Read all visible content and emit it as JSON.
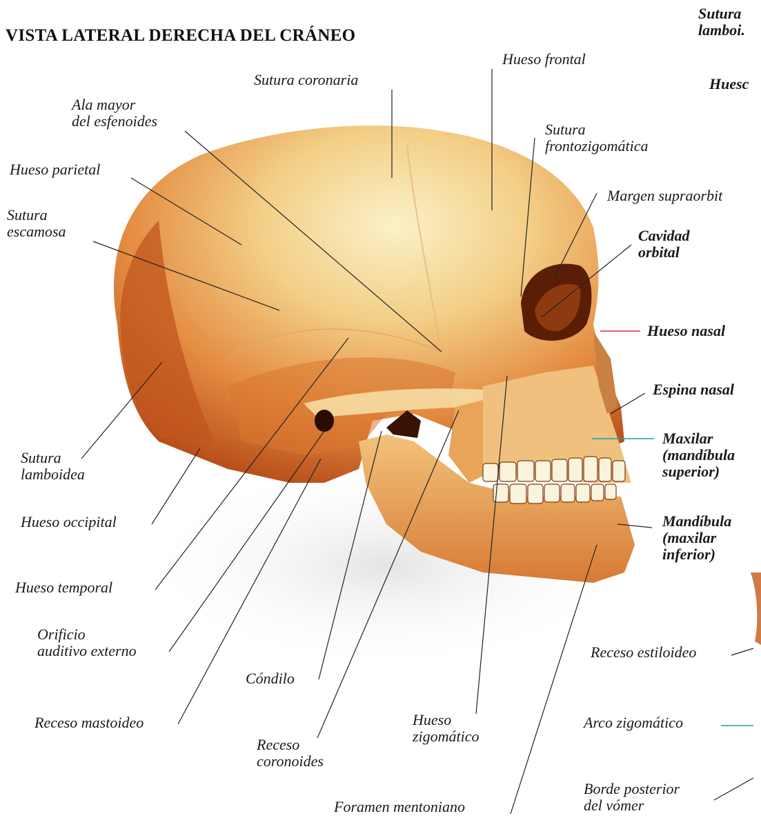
{
  "title": "VISTA LATERAL DERECHA DEL CRÁNEO",
  "labels": {
    "sutura_coronaria": "Sutura coronaria",
    "hueso_frontal": "Hueso frontal",
    "ala_mayor": "Ala mayor\ndel esfenoides",
    "hueso_parietal": "Hueso parietal",
    "sutura_escamosa": "Sutura\nescamosa",
    "sutura_frontozigomatica": "Sutura\nfrontozigomática",
    "margen_supraorbital": "Margen supraorbit",
    "cavidad_orbital": "Cavidad\norbital",
    "hueso_nasal": "Hueso nasal",
    "espina_nasal": "Espina nasal",
    "maxilar": "Maxilar\n(mandíbula\nsuperior)",
    "mandibula": "Mandíbula\n(maxilar\ninferior)",
    "sutura_lamboidea": "Sutura\nlamboidea",
    "hueso_occipital": "Hueso occipital",
    "hueso_temporal": "Hueso temporal",
    "orificio_auditivo": "Orificio\nauditivo externo",
    "condilo": "Cóndilo",
    "receso_mastoideo": "Receso mastoideo",
    "receso_coronoides": "Receso\ncoronoides",
    "hueso_zigomatico": "Hueso\nzigomático",
    "foramen_mentoniano": "Foramen mentoniano",
    "receso_estiloideo": "Receso estiloideo",
    "arco_zigomatico": "Arco zigomático",
    "borde_vomer": "Borde posterior\ndel vómer",
    "cut_sutura_lamboidea": "Sutura\nlamboi.",
    "cut_hueso": "Huesc"
  },
  "colors": {
    "skull_light": "#f7e6b0",
    "skull_mid": "#e9a45a",
    "skull_dark": "#c25a1f",
    "shadow": "#5a1e06",
    "leader": "#222222",
    "nasal_leader": "#d9283a",
    "maxilar_leader": "#1aa0a8"
  }
}
